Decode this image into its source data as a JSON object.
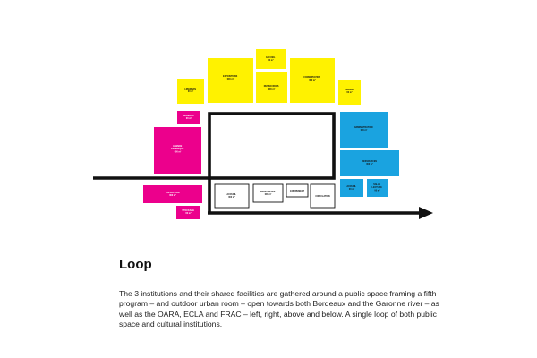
{
  "colors": {
    "yellow": "#fff200",
    "magenta": "#ec008c",
    "blue": "#1aa3e0",
    "line": "#111111"
  },
  "blocks": [
    {
      "id": "yellow-1",
      "color": "yellow",
      "lines": [
        "LIBERMAN",
        "00 m²"
      ]
    },
    {
      "id": "yellow-2",
      "color": "yellow",
      "lines": [
        "EXPOSITIONS",
        "000 m²"
      ]
    },
    {
      "id": "yellow-3",
      "color": "yellow",
      "lines": [
        "ACCUEIL",
        "00 m²"
      ]
    },
    {
      "id": "yellow-4",
      "color": "yellow",
      "lines": [
        "RESSOURCES",
        "000 m²"
      ]
    },
    {
      "id": "yellow-5",
      "color": "yellow",
      "lines": [
        "CONSERVATION",
        "000 m²"
      ]
    },
    {
      "id": "yellow-6",
      "color": "yellow",
      "lines": [
        "EDITION",
        "00 m²"
      ]
    },
    {
      "id": "magenta-1",
      "color": "magenta",
      "lines": [
        "BUREAUX",
        "00 m²"
      ]
    },
    {
      "id": "magenta-2",
      "color": "magenta",
      "lines": [
        "AGENCE",
        "ARTISTIQUE",
        "000 m²"
      ]
    },
    {
      "id": "magenta-3",
      "color": "magenta",
      "lines": [
        "COLLECTION",
        "000 m²"
      ]
    },
    {
      "id": "magenta-4",
      "color": "magenta",
      "lines": [
        "STOCKAGE",
        "00 m²"
      ]
    },
    {
      "id": "blue-1",
      "color": "blue",
      "lines": [
        "ADMINISTRATION",
        "000 m²"
      ]
    },
    {
      "id": "blue-2",
      "color": "blue",
      "lines": [
        "RESSOURCES",
        "000 m²"
      ]
    },
    {
      "id": "blue-3",
      "color": "blue",
      "lines": [
        "ACCUEIL",
        "00 m²"
      ]
    },
    {
      "id": "blue-4",
      "color": "blue",
      "lines": [
        "SALLE",
        "LECTURE",
        "00 m²"
      ]
    },
    {
      "id": "shared-1",
      "color": "white",
      "lines": [
        "ACCUEIL",
        "000 m²"
      ]
    },
    {
      "id": "shared-2",
      "color": "white",
      "lines": [
        "RESTAURANT",
        "000 m²"
      ]
    },
    {
      "id": "shared-3",
      "color": "white",
      "lines": [
        "EQUIPEMENT"
      ]
    },
    {
      "id": "shared-4",
      "color": "white",
      "lines": [
        "CIRCULATION"
      ]
    }
  ],
  "text": {
    "heading": "Loop",
    "description": "The 3 institutions and their shared facilities are gathered around a public space framing a fifth program – and outdoor urban room – open towards both Bordeaux and the Garonne river – as well as the OARA, ECLA and FRAC – left, right, above and below. A single loop of both public space and cultural institutions."
  }
}
